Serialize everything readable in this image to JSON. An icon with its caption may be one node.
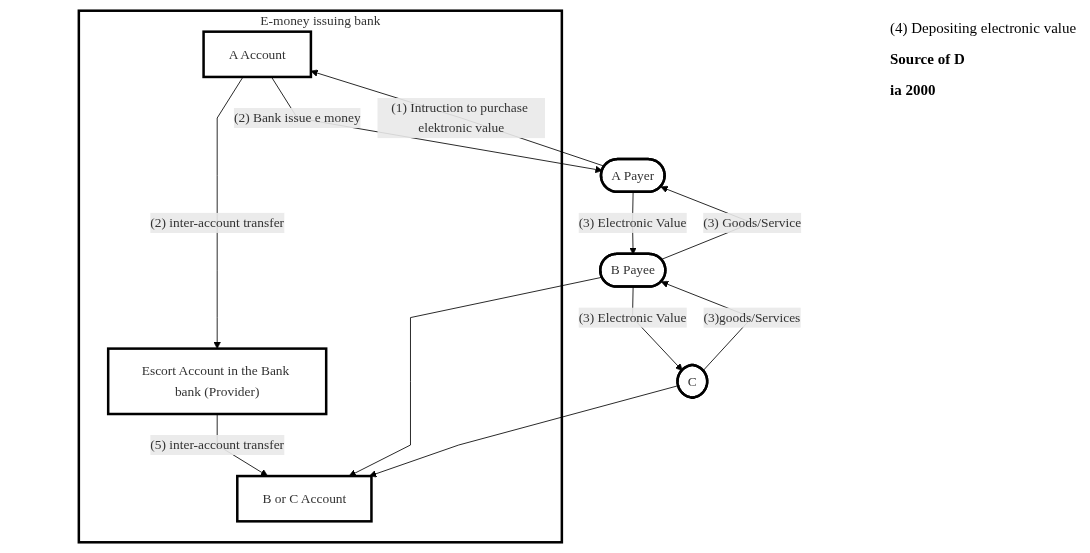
{
  "diagram": {
    "nodes": [
      {
        "text": [
          "E-money issuing bank"
        ]
      },
      {
        "text": [
          "B or C Account"
        ],
        "in": 0
      },
      {
        "text": [
          "Escort Account in the Bank bank (Provider)"
        ],
        "in": 0
      },
      {
        "text": [
          "A Account"
        ],
        "in": 0
      },
      {
        "text": [
          "C"
        ]
      },
      {
        "text": [
          "B Payee"
        ]
      },
      {
        "text": [
          "A Payer"
        ]
      }
    ],
    "edges": [
      {
        "from": 3,
        "to": 2,
        "arrow": "to",
        "label": "(2) inter-account transfer"
      },
      {
        "from": 2,
        "to": 1,
        "arrow": "to",
        "label": "(5) inter-account transfer"
      },
      {
        "from": 4,
        "to": 1,
        "arrow": "to"
      },
      {
        "from": 5,
        "to": 1,
        "arrow": "to"
      },
      {
        "from": 3,
        "to": 6,
        "arrow": "to",
        "label": "(2) Bank issue e money"
      },
      {
        "from": 6,
        "to": 3,
        "arrow": "to",
        "label": "(1) Intruction to purchase elektronic value"
      },
      {
        "from": 5,
        "to": 4,
        "arrow": "to",
        "label": "(3) Electronic Value"
      },
      {
        "from": 4,
        "to": 5,
        "arrow": "to",
        "label": "(3)goods/Services"
      },
      {
        "from": 6,
        "to": 5,
        "arrow": "to",
        "label": "(3) Electronic Value"
      },
      {
        "from": 5,
        "to": 6,
        "arrow": "to",
        "label": "(3) Goods/Service"
      }
    ],
    "labels": [
      "(4) Depositing electronic value",
      "Source of D",
      "ia  2000"
    ]
  }
}
